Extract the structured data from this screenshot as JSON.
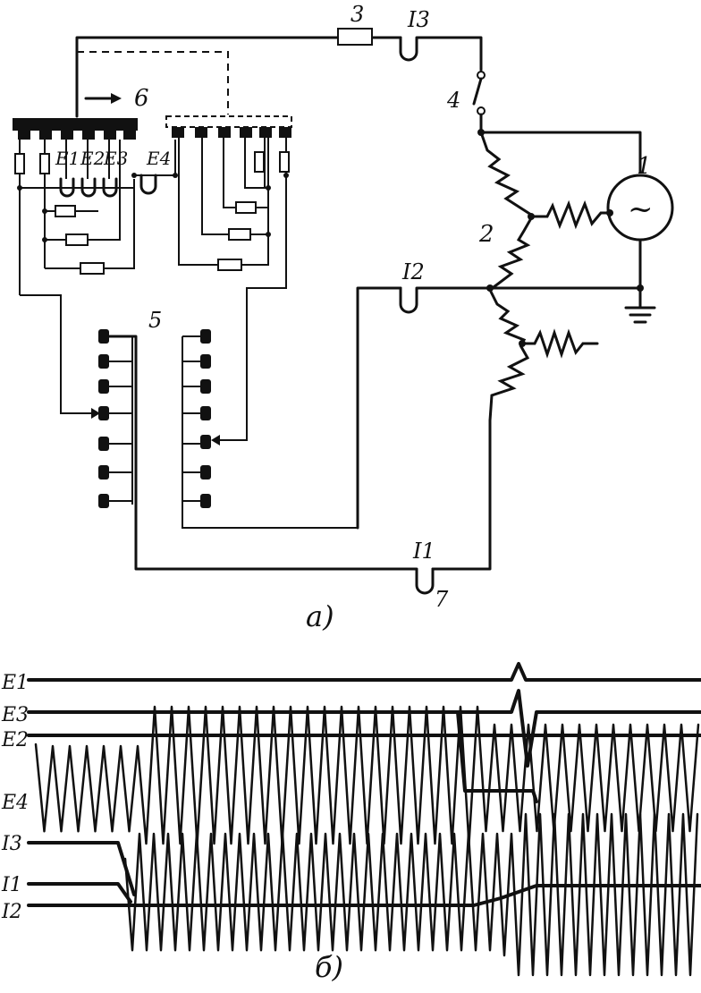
{
  "diagram_a": {
    "caption": "a)",
    "labels": {
      "source": "1",
      "transformer": "2",
      "resistor": "3",
      "switch": "4",
      "contactor_group": "5",
      "arrow_label": "6",
      "current_coil": "7",
      "i1": "I1",
      "i2": "I2",
      "i3": "I3",
      "e1": "E1",
      "e2": "E2",
      "e3": "E3",
      "e4": "E4",
      "ac_symbol": "~"
    }
  },
  "diagram_b": {
    "caption": "б)",
    "trace_labels": [
      "E1",
      "E3",
      "E2",
      "E4",
      "I3",
      "I1",
      "I2"
    ]
  }
}
